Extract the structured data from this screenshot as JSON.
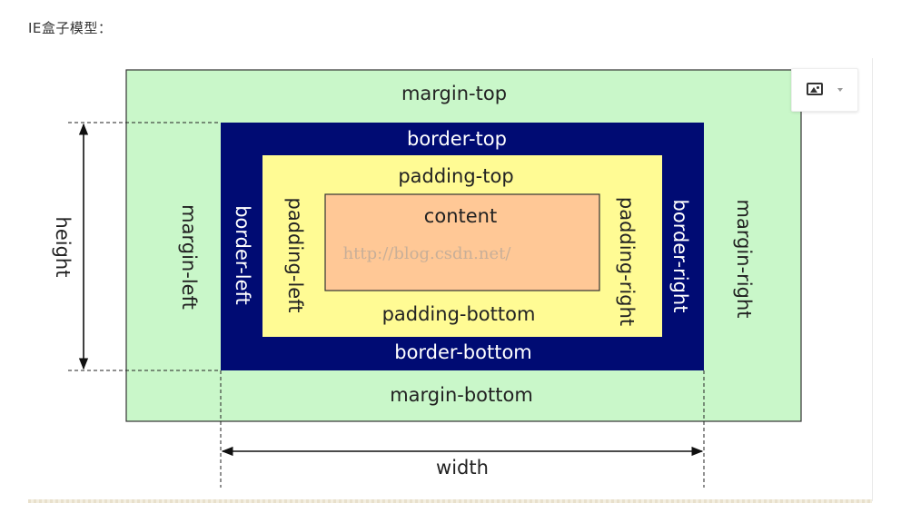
{
  "heading": "IE盒子模型：",
  "diagram": {
    "margin_top": "margin-top",
    "margin_bottom": "margin-bottom",
    "margin_left": "margin-left",
    "margin_right": "margin-right",
    "border_top": "border-top",
    "border_bottom": "border-bottom",
    "border_left": "border-left",
    "border_right": "border-right",
    "padding_top": "padding-top",
    "padding_bottom": "padding-bottom",
    "padding_left": "padding-left",
    "padding_right": "padding-right",
    "content": "content",
    "height": "height",
    "width": "width",
    "watermark": "http://blog.csdn.net/"
  },
  "image_menu": {
    "icon": "image-icon",
    "caret_icon": "caret-down-icon"
  },
  "colors": {
    "margin": "#c9f7c9",
    "border": "#000b73",
    "padding": "#fffb94",
    "content": "#ffc896",
    "outline": "#333333"
  }
}
